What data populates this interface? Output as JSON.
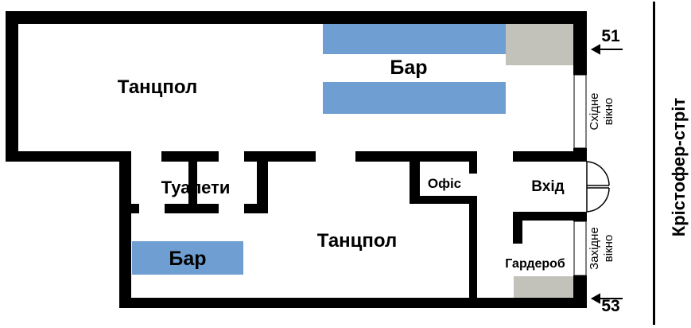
{
  "plan": {
    "dance_floor_top": "Танцпол",
    "dance_floor_bottom": "Танцпол",
    "bar_main": "Бар",
    "bar_lower": "Бар",
    "toilets": "Туалети",
    "office": "Офіс",
    "entrance": "Вхід",
    "cloakroom": "Гардероб",
    "east_window": [
      "Східне",
      "вікно"
    ],
    "west_window": [
      "Західне",
      "вікно"
    ],
    "house_number_top": "51",
    "house_number_bottom": "53",
    "street": "Крістофер-стріт"
  },
  "colors": {
    "wall": "#000000",
    "bar": "#6f9fd2",
    "storage": "#c2c2ba",
    "window": "#ffffff",
    "background": "#ffffff"
  }
}
